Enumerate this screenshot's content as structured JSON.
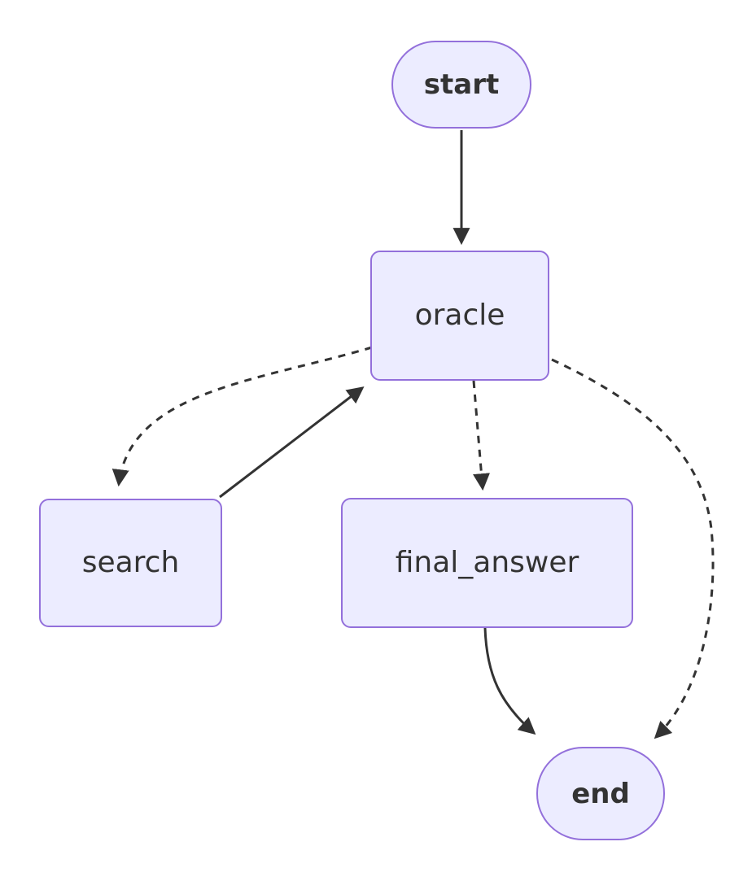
{
  "diagram": {
    "type": "flowchart",
    "direction": "top-to-bottom",
    "colors": {
      "background": "#ffffff",
      "node_fill": "#ECECFF",
      "node_border": "#9370DB",
      "label_text": "#333333",
      "edge": "#333333"
    },
    "nodes": [
      {
        "id": "start",
        "label": "start",
        "shape": "stadium"
      },
      {
        "id": "oracle",
        "label": "oracle",
        "shape": "rounded-rect"
      },
      {
        "id": "search",
        "label": "search",
        "shape": "rounded-rect"
      },
      {
        "id": "final_answer",
        "label": "final_answer",
        "shape": "rounded-rect"
      },
      {
        "id": "end",
        "label": "end",
        "shape": "stadium"
      }
    ],
    "edges": [
      {
        "from": "start",
        "to": "oracle",
        "style": "solid",
        "arrow": "filled-triangle"
      },
      {
        "from": "oracle",
        "to": "search",
        "style": "dashed",
        "arrow": "filled-triangle"
      },
      {
        "from": "search",
        "to": "oracle",
        "style": "solid",
        "arrow": "filled-triangle"
      },
      {
        "from": "oracle",
        "to": "final_answer",
        "style": "dashed",
        "arrow": "filled-triangle"
      },
      {
        "from": "oracle",
        "to": "end",
        "style": "dashed",
        "arrow": "filled-triangle"
      },
      {
        "from": "final_answer",
        "to": "end",
        "style": "solid",
        "arrow": "filled-triangle"
      }
    ]
  }
}
